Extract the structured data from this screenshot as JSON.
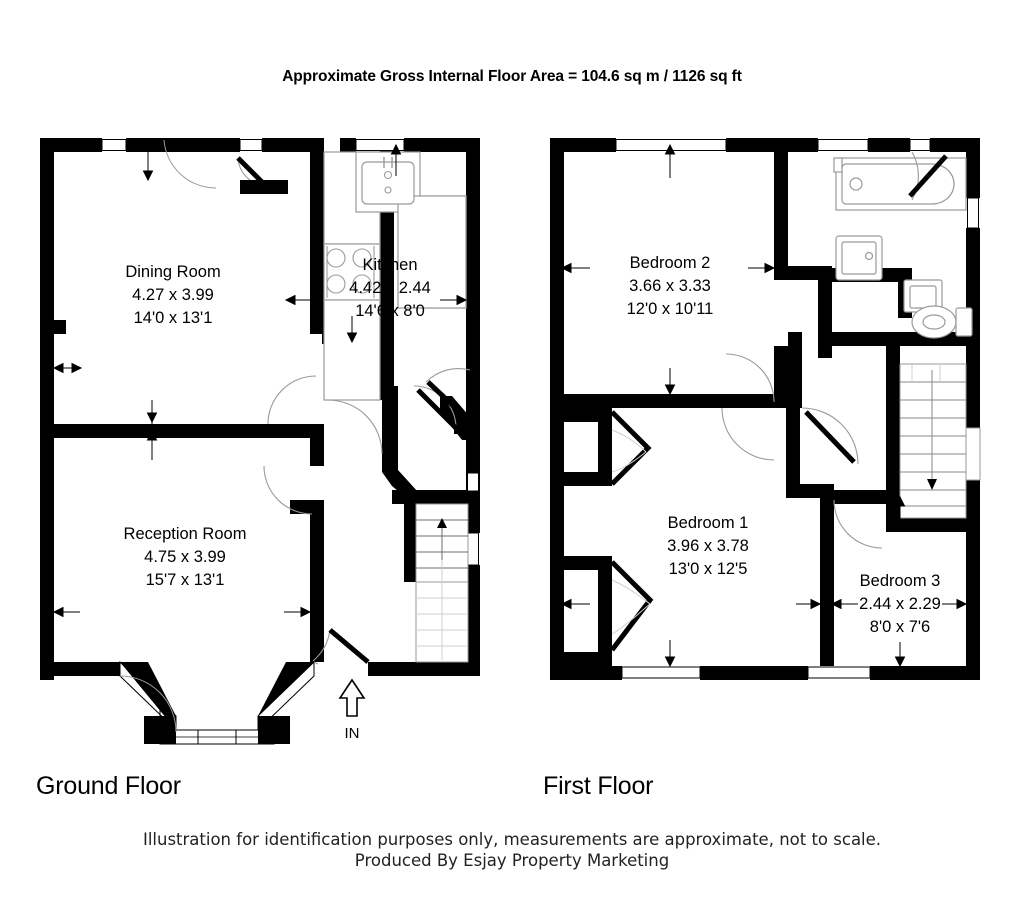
{
  "header": {
    "area_title": "Approximate Gross Internal Floor Area = 104.6 sq m / 1126 sq ft"
  },
  "floors": [
    {
      "id": "ground",
      "caption": "Ground Floor",
      "rooms": [
        {
          "name": "Dining Room",
          "metric": "4.27 x 3.99",
          "imperial": "14'0 x 13'1"
        },
        {
          "name": "Kitchen",
          "metric": "4.42 x 2.44",
          "imperial": "14'6 x 8'0"
        },
        {
          "name": "Reception Room",
          "metric": "4.75 x 3.99",
          "imperial": "15'7 x 13'1"
        }
      ],
      "entrance_label": "IN"
    },
    {
      "id": "first",
      "caption": "First Floor",
      "rooms": [
        {
          "name": "Bedroom 2",
          "metric": "3.66 x 3.33",
          "imperial": "12'0 x 10'11"
        },
        {
          "name": "Bedroom 1",
          "metric": "3.96 x 3.78",
          "imperial": "13'0 x 12'5"
        },
        {
          "name": "Bedroom 3",
          "metric": "2.44 x 2.29",
          "imperial": "8'0 x 7'6"
        }
      ]
    }
  ],
  "footer": {
    "line1": "Illustration for identification purposes only, measurements are approximate, not to scale.",
    "line2": "Produced By Esjay Property Marketing"
  },
  "colors": {
    "wall": "#000000",
    "background": "#ffffff",
    "fixture_stroke": "#9a9a9a",
    "window_stroke": "#000000"
  },
  "fixtures": {
    "kitchen": [
      "sink-fixture",
      "hob-fixture",
      "counter-unit"
    ],
    "bathroom": [
      "bathtub-fixture",
      "basin-fixture"
    ],
    "wc": [
      "toilet-fixture",
      "small-basin-fixture"
    ],
    "stairs": [
      "stairs-ground",
      "stairs-first"
    ]
  }
}
